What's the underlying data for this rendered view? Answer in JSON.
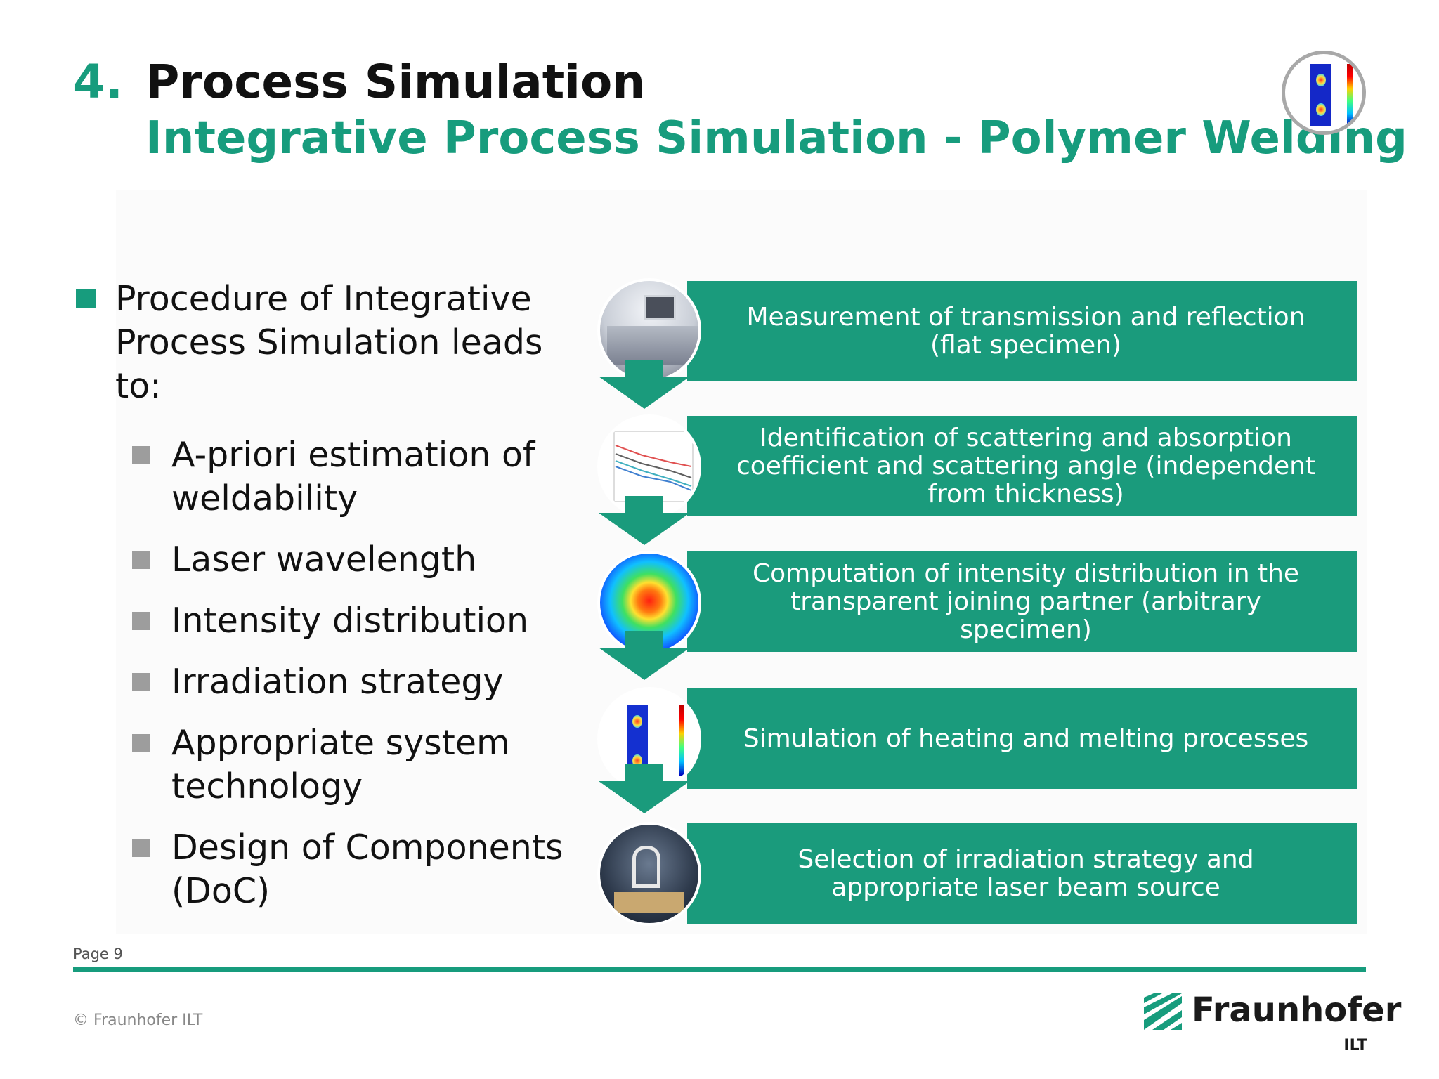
{
  "header": {
    "number": "4.",
    "title": "Process Simulation",
    "subtitle": "Integrative Process Simulation - Polymer Welding"
  },
  "bullets": {
    "main": "Procedure of Integrative Process Simulation leads to:",
    "items": [
      "A-priori estimation of weldability",
      "Laser wavelength",
      "Intensity distribution",
      "Irradiation strategy",
      "Appropriate system technology",
      "Design of Components  (DoC)"
    ]
  },
  "steps": [
    "Measurement of transmission and reflection (flat specimen)",
    "Identification of scattering and absorption coefficient and scattering angle (independent from thickness)",
    "Computation of intensity distribution in the transparent joining partner (arbitrary specimen)",
    "Simulation of heating and melting processes",
    "Selection of irradiation strategy and appropriate laser beam source"
  ],
  "footer": {
    "page": "Page 9",
    "copyright": "© Fraunhofer ILT",
    "logo_name": "Fraunhofer",
    "logo_sub": "ILT"
  },
  "colors": {
    "accent": "#179c7d",
    "step_box": "#1a9b7c",
    "bullet_grey": "#9d9d9d"
  }
}
